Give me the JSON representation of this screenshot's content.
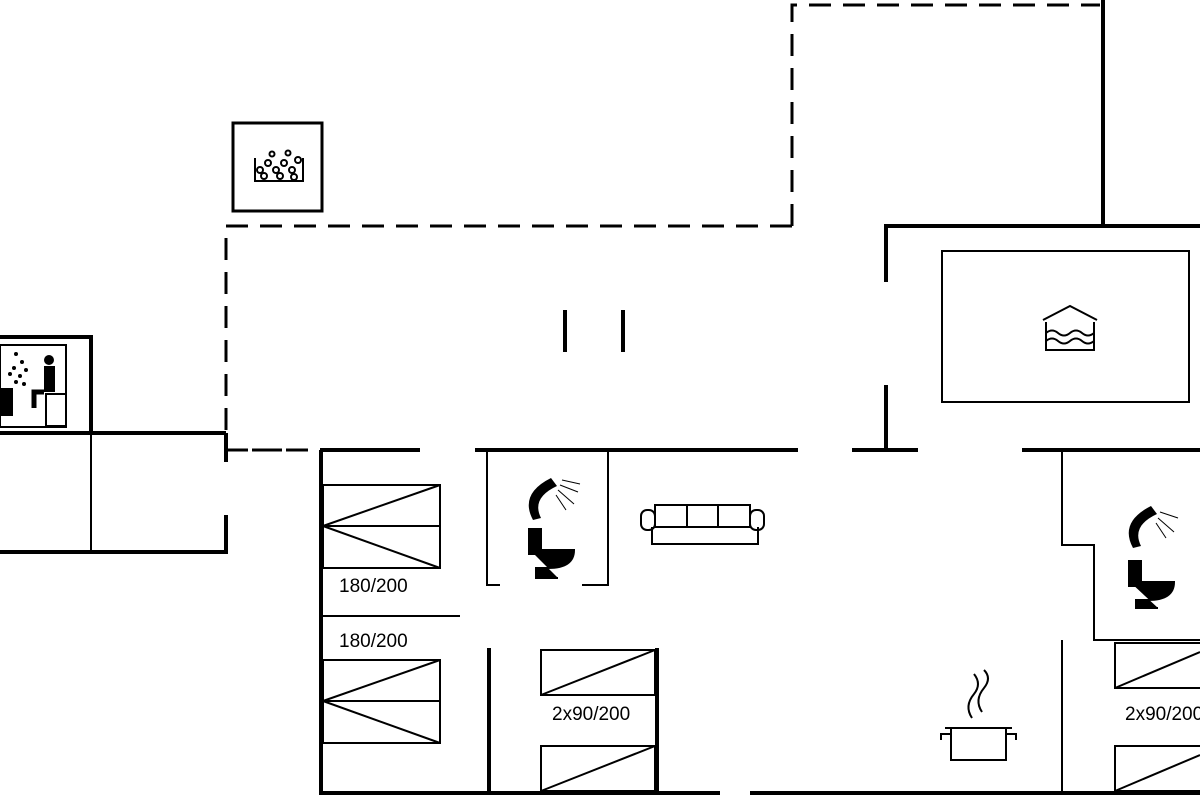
{
  "rooms": {
    "bed_left_top_label": "180/200",
    "bed_left_bottom_label": "180/200",
    "bed_center_label": "2x90/200",
    "bed_right_label": "2x90/200"
  },
  "icons": [
    "spa-bath-icon",
    "sauna-icon",
    "pool-icon",
    "shower-icon",
    "toilet-icon",
    "sofa-icon",
    "kitchen-pot-icon"
  ]
}
